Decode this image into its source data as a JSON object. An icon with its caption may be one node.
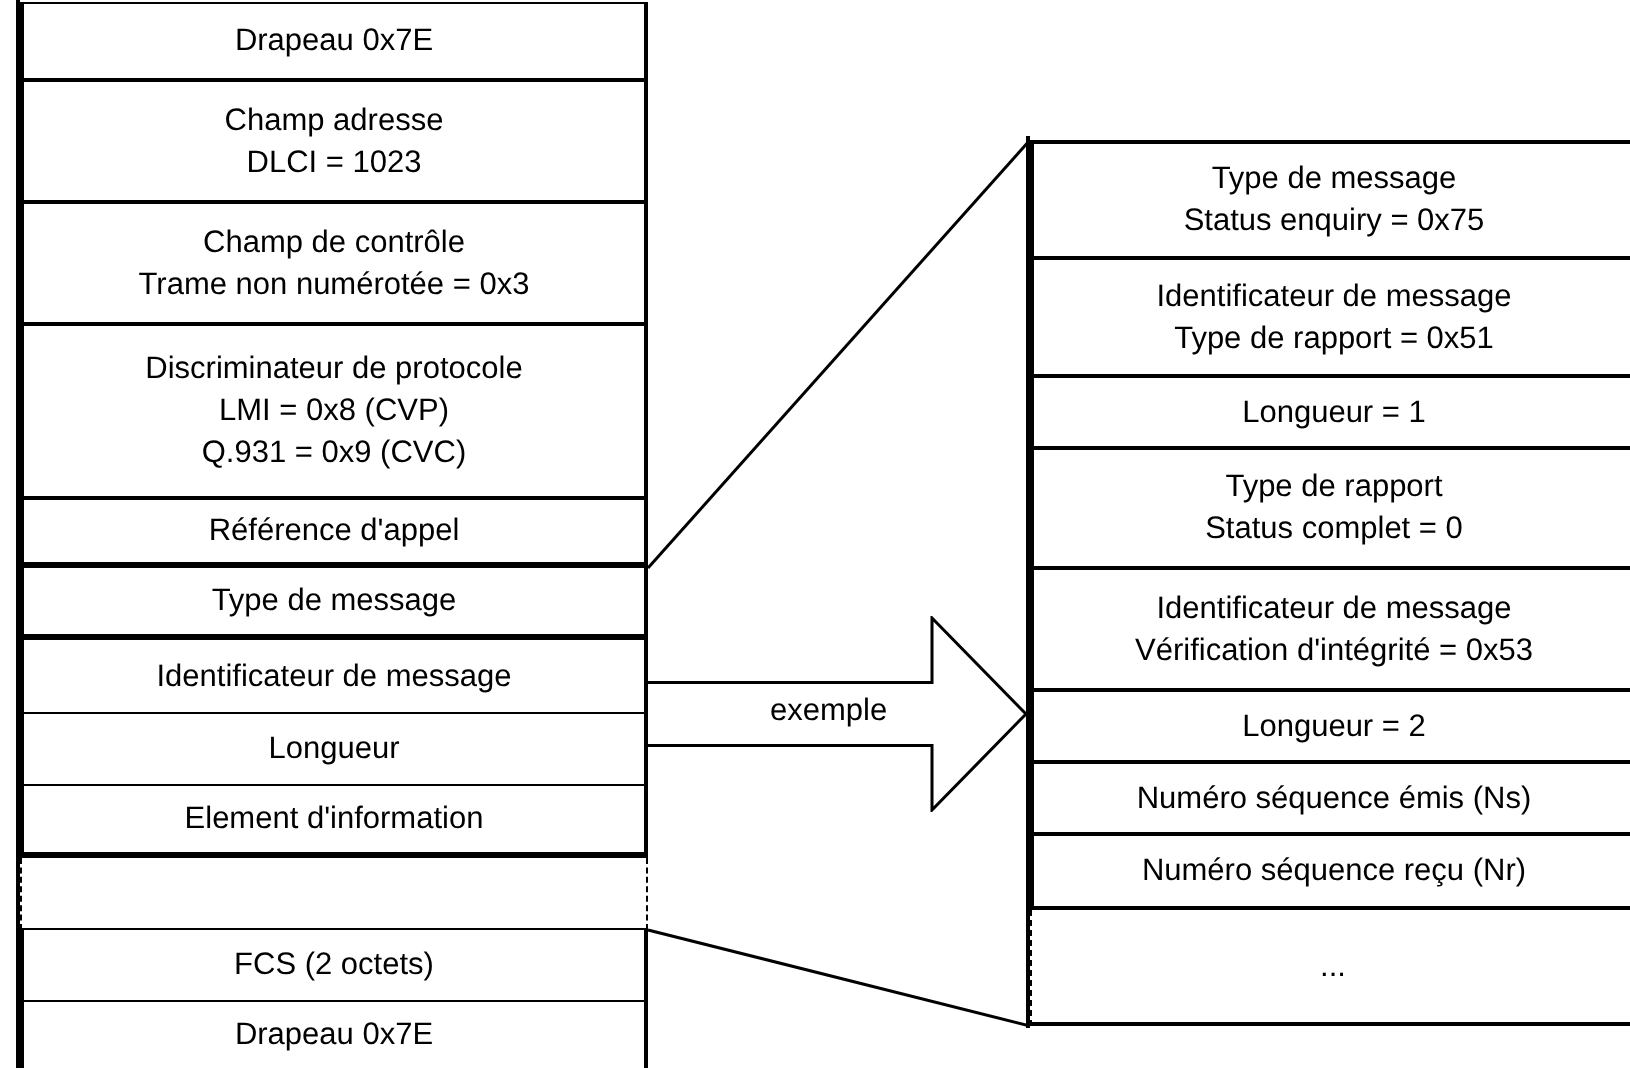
{
  "diagram": {
    "nodes": [
      {
        "text": [],
        "shape": "box"
      },
      {
        "text": [
          "Drapeau 0x7E"
        ],
        "in": 0
      },
      {
        "text": [
          "Champ adresse",
          "DLCI = 1023"
        ],
        "in": 0
      },
      {
        "text": [
          "Champ de contrôle",
          "Trame non numérotée = 0x3"
        ],
        "in": 0
      },
      {
        "text": [
          "Discriminateur de protocole",
          "LMI = 0x8 (CVP)",
          "Q.931 = 0x9 (CVC)"
        ],
        "in": 0
      },
      {
        "text": [
          "Référence d'appel"
        ],
        "in": 0
      },
      {
        "text": [
          "Type de message"
        ],
        "in": 0
      },
      {
        "text": [
          "Identificateur de message"
        ],
        "in": 0
      },
      {
        "text": [
          "Longueur"
        ],
        "in": 0
      },
      {
        "text": [
          "Element d'information"
        ],
        "in": 0
      },
      {
        "text": [],
        "shape": "box",
        "in": 0
      },
      {
        "text": [
          "FCS (2 octets)"
        ],
        "in": 0
      },
      {
        "text": [
          "Drapeau 0x7E"
        ],
        "in": 0
      },
      {
        "text": [],
        "shape": "box"
      },
      {
        "text": [
          "Type de message",
          "Status enquiry = 0x75"
        ],
        "in": 13
      },
      {
        "text": [
          "Identificateur de message",
          "Type de rapport = 0x51"
        ],
        "in": 13
      },
      {
        "text": [
          "Longueur = 1"
        ],
        "in": 13
      },
      {
        "text": [
          "Type de rapport",
          "Status complet = 0"
        ],
        "in": 13
      },
      {
        "text": [
          "Identificateur de message",
          "Vérification d'intégrité = 0x53"
        ],
        "in": 13
      },
      {
        "text": [
          "Longueur = 2"
        ],
        "in": 13
      },
      {
        "text": [
          "Numéro séquence émis (Ns)"
        ],
        "in": 13
      },
      {
        "text": [
          "Numéro séquence reçu (Nr)"
        ],
        "in": 13
      },
      {
        "text": [
          "..."
        ],
        "in": 13
      }
    ],
    "edges": [
      {
        "from": 5,
        "to": 14,
        "arrow": "none"
      },
      {
        "from": 0,
        "to": 13,
        "arrow": "to",
        "label": "exemple",
        "style": "thick"
      },
      {
        "from": 11,
        "to": 22,
        "arrow": "none"
      }
    ]
  }
}
